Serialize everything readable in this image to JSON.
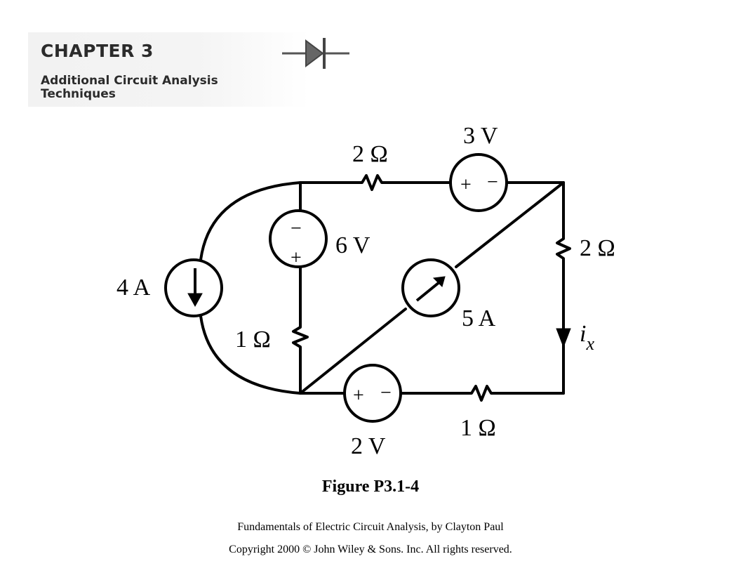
{
  "header": {
    "chapter": "CHAPTER 3",
    "subtitle_line1": "Additional Circuit Analysis",
    "subtitle_line2": "Techniques"
  },
  "circuit": {
    "labels": {
      "r_top": "2 Ω",
      "v_top": "3 V",
      "v_top_plus": "+",
      "v_top_minus": "−",
      "v_mid": "6 V",
      "v_mid_plus": "+",
      "v_mid_minus": "−",
      "r_right": "2 Ω",
      "i_left": "4 A",
      "i_center": "5 A",
      "r_left": "1 Ω",
      "i_x_main": "i",
      "i_x_sub": "x",
      "v_bottom": "2 V",
      "v_bottom_plus": "+",
      "v_bottom_minus": "−",
      "r_bottom": "1 Ω"
    }
  },
  "caption": {
    "figure": "Figure P3.1-4",
    "book": "Fundamentals of Electric Circuit Analysis, by Clayton Paul",
    "copyright": "Copyright 2000 © John Wiley & Sons. Inc. All rights reserved."
  }
}
